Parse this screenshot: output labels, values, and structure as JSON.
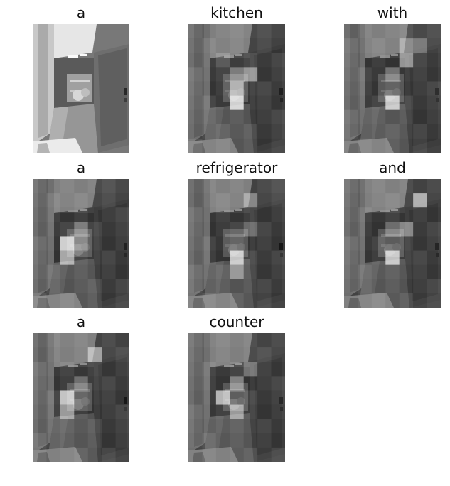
{
  "panels": [
    {
      "word": "a",
      "attention": "none"
    },
    {
      "word": "kitchen",
      "attention": "heatmap"
    },
    {
      "word": "with",
      "attention": "heatmap"
    },
    {
      "word": "a",
      "attention": "heatmap"
    },
    {
      "word": "refrigerator",
      "attention": "heatmap"
    },
    {
      "word": "and",
      "attention": "heatmap"
    },
    {
      "word": "a",
      "attention": "heatmap"
    },
    {
      "word": "counter",
      "attention": "heatmap"
    }
  ],
  "colors": {
    "background": "#ffffff",
    "image_tint": "grayscale"
  }
}
